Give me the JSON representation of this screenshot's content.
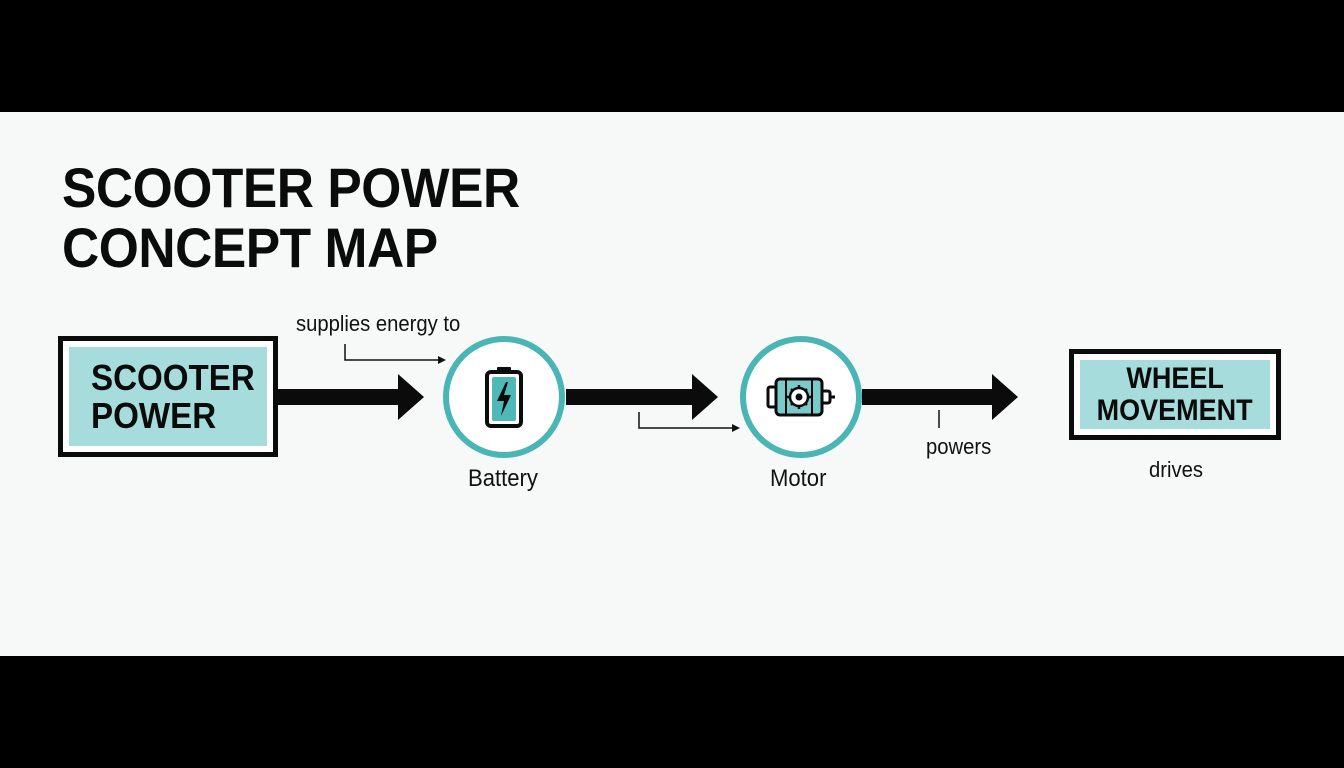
{
  "title": {
    "line1": "SCOOTER POWER",
    "line2": "CONCEPT MAP"
  },
  "nodes": {
    "source": {
      "line1": "SCOOTER",
      "line2": "POWER"
    },
    "battery": {
      "label": "Battery",
      "icon": "battery-charging-icon"
    },
    "motor": {
      "label": "Motor",
      "icon": "motor-gear-icon"
    },
    "target": {
      "line1": "WHEEL",
      "line2": "MOVEMENT"
    }
  },
  "edge_labels": {
    "supplies": "supplies energy to",
    "powers": "powers",
    "drives": "drives"
  },
  "colors": {
    "accent_fill": "#a6dcdc",
    "circle_ring": "#49b5b5",
    "ink": "#0b0b0b",
    "background": "#f7f9f9"
  }
}
